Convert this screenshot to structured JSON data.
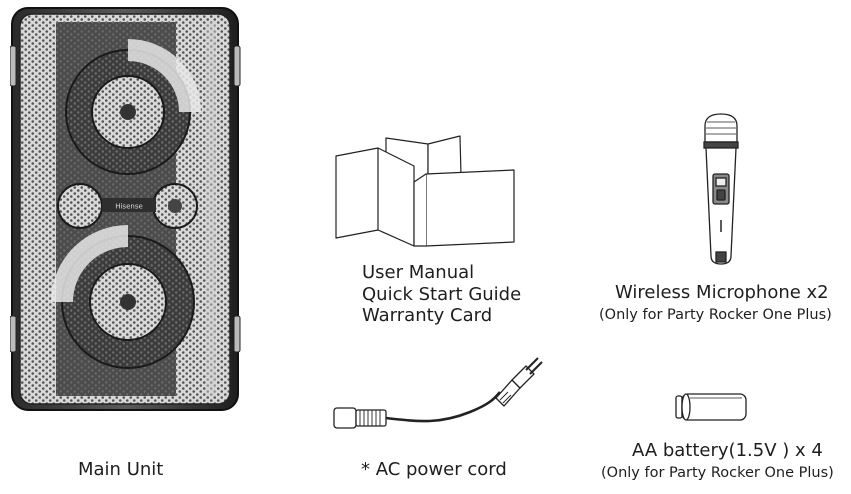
{
  "items": {
    "main_unit": {
      "label": "Main Unit",
      "logo": "Hisense"
    },
    "documents": {
      "lines": [
        "User Manual",
        "Quick Start Guide",
        "Warranty Card"
      ]
    },
    "microphone": {
      "label": "Wireless Microphone x2",
      "note": "(Only for Party Rocker One Plus)"
    },
    "power_cord": {
      "label": "* AC power cord"
    },
    "battery": {
      "label": "AA battery(1.5V ) x 4",
      "note": "(Only for Party Rocker One Plus)"
    }
  }
}
